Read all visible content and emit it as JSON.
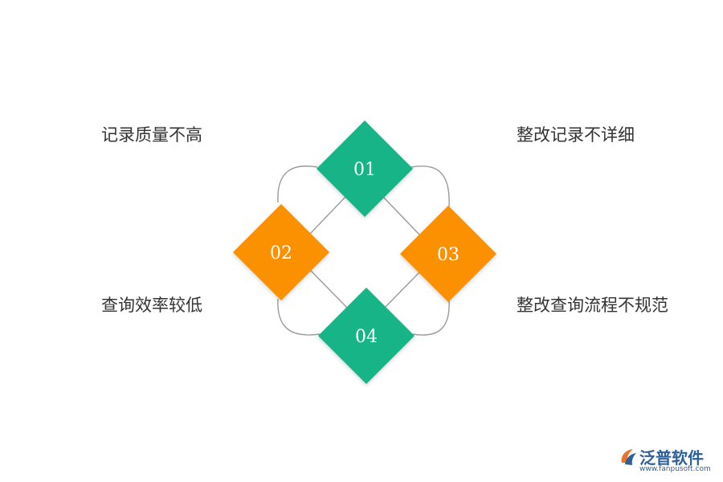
{
  "labels": {
    "top_left": "记录质量不高",
    "top_right": "整改记录不详细",
    "bottom_left": "查询效率较低",
    "bottom_right": "整改查询流程不规范"
  },
  "nodes": [
    {
      "id": "01",
      "color": "#14b487"
    },
    {
      "id": "02",
      "color": "#fb9000"
    },
    {
      "id": "03",
      "color": "#fb9000"
    },
    {
      "id": "04",
      "color": "#14b487"
    }
  ],
  "colors": {
    "green": "#14b487",
    "orange": "#fb9000",
    "connector": "#9a9a9a",
    "text": "#333333",
    "brand": "#2d5f9a"
  },
  "brand": {
    "name": "泛普软件",
    "url": "www.fanpusoft.com",
    "logo_icon": "fanpu-logo-icon"
  }
}
